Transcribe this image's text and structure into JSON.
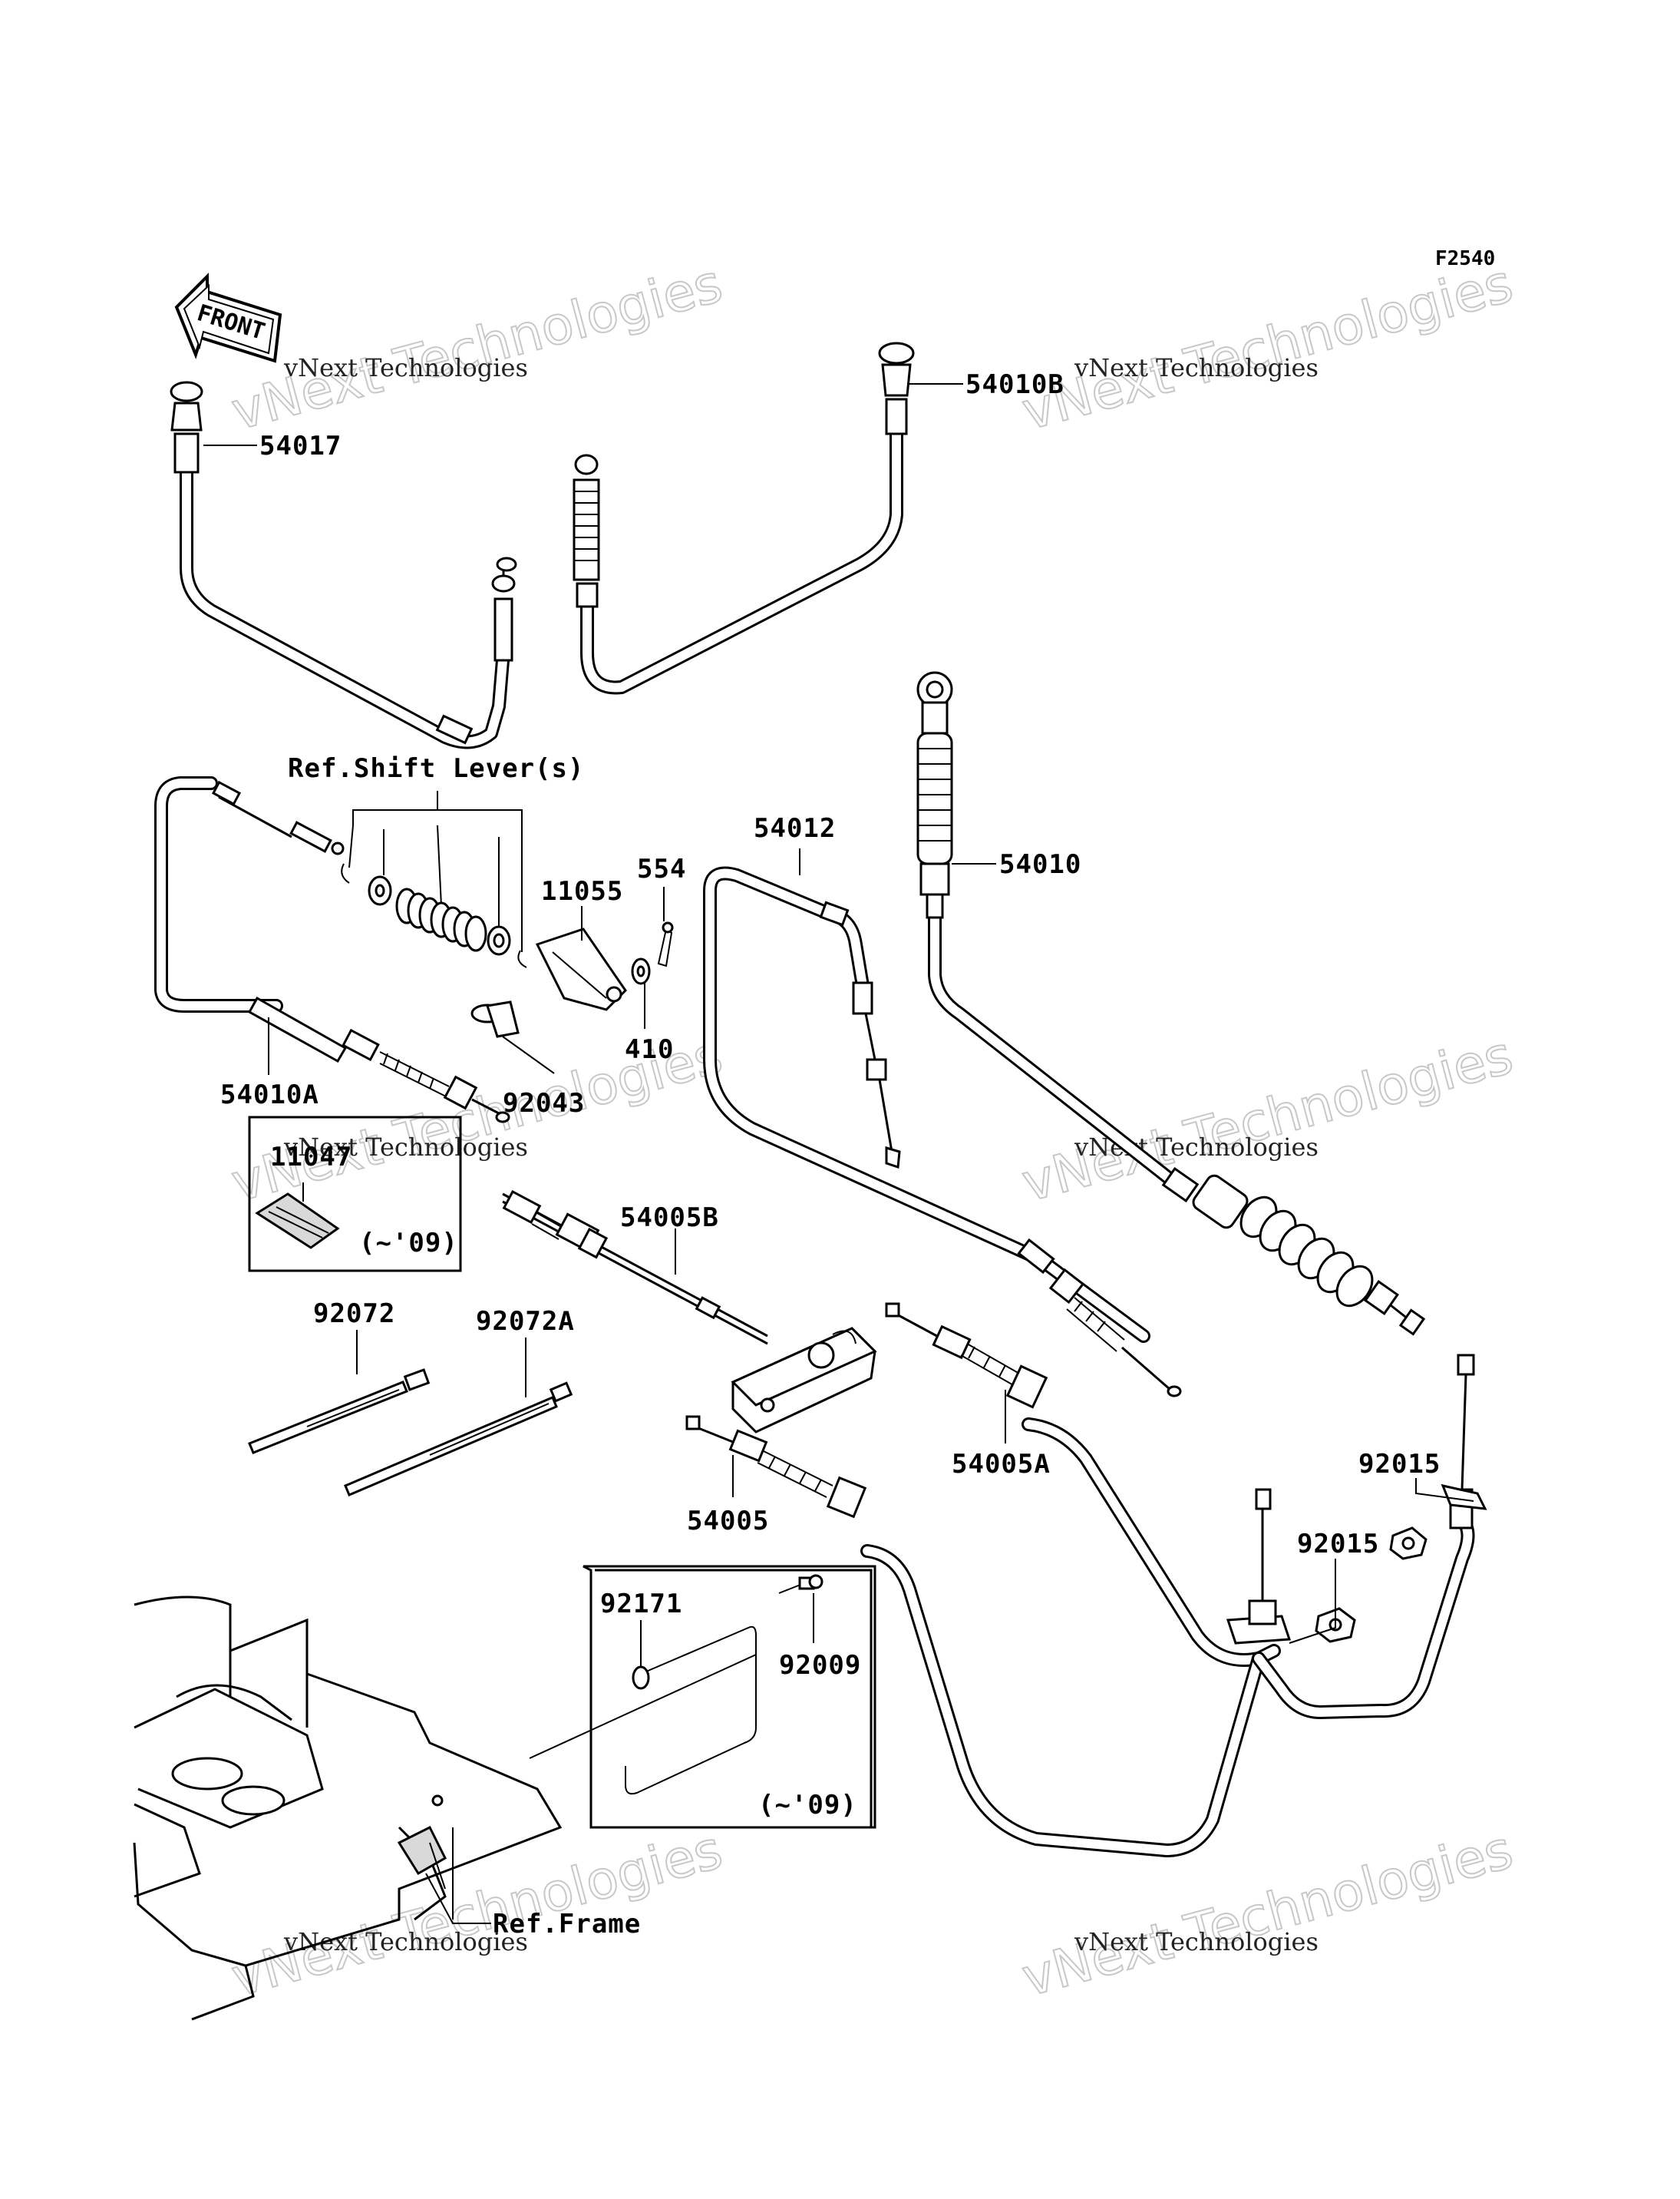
{
  "figure_code": "F2540",
  "front_label": "FRONT",
  "labels": {
    "p54017": "54017",
    "p54010B": "54010B",
    "ref_shift_lever": "Ref.Shift Lever(s)",
    "p54012": "54012",
    "p554": "554",
    "p54010": "54010",
    "p11055": "11055",
    "p410": "410",
    "p92043": "92043",
    "p54010A": "54010A",
    "p11047": "11047",
    "p11047_note": "(~'09)",
    "p54005B": "54005B",
    "p92072": "92072",
    "p92072A": "92072A",
    "p54005A": "54005A",
    "p54005": "54005",
    "p92015a": "92015",
    "p92015b": "92015",
    "p92171": "92171",
    "p92009": "92009",
    "p92171_note": "(~'09)",
    "ref_frame": "Ref.Frame"
  },
  "watermark": {
    "line1": "vNext Technologies",
    "line2": "vNext Technologies"
  }
}
